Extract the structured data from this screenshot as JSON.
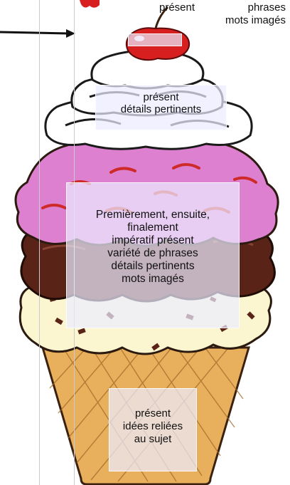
{
  "labels": {
    "cherry": {
      "line1_left": "présent",
      "line1_right": "phrases",
      "line2": "mots imagés"
    },
    "cream": [
      "présent",
      "détails pertinents"
    ],
    "scoops": [
      "Premièrement, ensuite,",
      "finalement",
      "impératif présent",
      "variété de phrases",
      "détails pertinents",
      "mots imagés"
    ],
    "cone": [
      "présent",
      "idées reliées",
      "au sujet"
    ]
  },
  "colors": {
    "cherry": "#d71f1f",
    "cream": "#ffffff",
    "scoop_pink": "#dd80cf",
    "scoop_chocolate": "#5a2318",
    "scoop_vanilla": "#fbf6cf",
    "cone": "#e8b05c",
    "arrow": "#111111"
  }
}
